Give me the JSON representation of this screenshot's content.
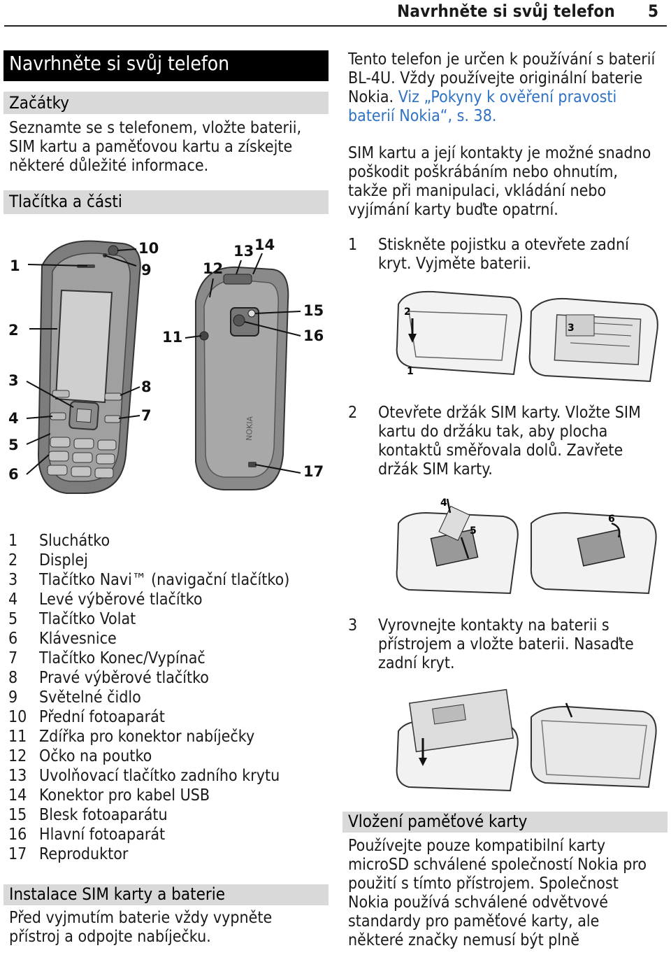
{
  "header": {
    "title": "Navrhněte si svůj telefon",
    "page_number": "5"
  },
  "left": {
    "main_title": "Navrhněte si svůj telefon",
    "section_zacatky": "Začátky",
    "intro_lines": [
      "Seznamte se s telefonem, vložte baterii,",
      "SIM kartu a paměťovou kartu a získejte",
      "některé důležité informace."
    ],
    "section_parts": "Tlačítka a části",
    "callouts": [
      "1",
      "2",
      "3",
      "4",
      "5",
      "6",
      "7",
      "8",
      "9",
      "10",
      "11",
      "12",
      "13",
      "14",
      "15",
      "16",
      "17"
    ],
    "phone_brand": "NOKIA",
    "legend": [
      {
        "n": "1",
        "t": "Sluchátko"
      },
      {
        "n": "2",
        "t": "Displej"
      },
      {
        "n": "3",
        "t": "Tlačítko Navi™ (navigační tlačítko)"
      },
      {
        "n": "4",
        "t": "Levé výběrové tlačítko"
      },
      {
        "n": "5",
        "t": "Tlačítko Volat"
      },
      {
        "n": "6",
        "t": "Klávesnice"
      },
      {
        "n": "7",
        "t": "Tlačítko Konec/Vypínač"
      },
      {
        "n": "8",
        "t": "Pravé výběrové tlačítko"
      },
      {
        "n": "9",
        "t": "Světelné čidlo"
      },
      {
        "n": "10",
        "t": "Přední fotoaparát"
      },
      {
        "n": "11",
        "t": "Zdířka pro konektor nabíječky"
      },
      {
        "n": "12",
        "t": "Očko na poutko"
      },
      {
        "n": "13",
        "t": "Uvolňovací tlačítko zadního krytu"
      },
      {
        "n": "14",
        "t": "Konektor pro kabel USB"
      },
      {
        "n": "15",
        "t": "Blesk fotoaparátu"
      },
      {
        "n": "16",
        "t": "Hlavní fotoaparát"
      },
      {
        "n": "17",
        "t": "Reproduktor"
      }
    ],
    "section_sim": "Instalace SIM karty a baterie",
    "sim_intro_lines": [
      "Před vyjmutím baterie vždy vypněte",
      "přístroj a odpojte nabíječku."
    ]
  },
  "right": {
    "battery_lines": [
      "Tento telefon je určen k používání s baterií",
      "BL-4U. Vždy používejte originální baterie",
      "Nokia."
    ],
    "battery_link_line1": "Viz „Pokyny k ověření pravosti",
    "battery_link_line2": "baterií Nokia“, s. 38.",
    "sim_warning_lines": [
      "SIM kartu a její kontakty je možné snadno",
      "poškodit poškrábáním nebo ohnutím,",
      "takže při manipulaci, vkládání nebo",
      "vyjímání karty buďte opatrní."
    ],
    "steps": [
      {
        "n": "1",
        "lines": [
          "Stiskněte pojistku a otevřete zadní",
          "kryt. Vyjměte baterii."
        ]
      },
      {
        "n": "2",
        "lines": [
          "Otevřete držák SIM karty. Vložte SIM",
          "kartu do držáku tak, aby plocha",
          "kontaktů směřovala dolů. Zavřete",
          "držák SIM karty."
        ]
      },
      {
        "n": "3",
        "lines": [
          "Vyrovnejte kontakty na baterii s",
          "přístrojem a vložte baterii. Nasaďte",
          "zadní kryt."
        ]
      }
    ],
    "step_figure_labels": {
      "fig1": [
        "2",
        "1",
        "3"
      ],
      "fig2": [
        "4",
        "5",
        "6"
      ]
    },
    "section_memory": "Vložení paměťové karty",
    "memory_lines": [
      "Používejte pouze kompatibilní karty",
      "microSD schválené společností Nokia pro",
      "použití s tímto přístrojem. Společnost",
      "Nokia používá schválené odvětvové",
      "standardy pro paměťové karty, ale",
      "některé značky nemusí být plně"
    ]
  }
}
